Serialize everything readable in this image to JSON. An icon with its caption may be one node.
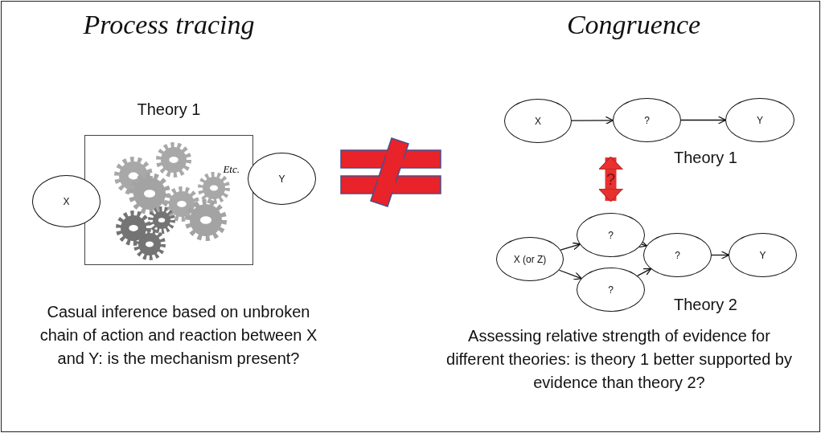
{
  "diagram": {
    "nodes": [
      {
        "text": [
          "Theory 1",
          "Etc."
        ]
      },
      {
        "text": [
          "X"
        ]
      },
      {
        "text": [
          "Y"
        ]
      },
      {
        "text": [
          "X"
        ]
      },
      {
        "text": [
          "?"
        ]
      },
      {
        "text": [
          "Y"
        ]
      },
      {
        "text": [
          "X (or Z)"
        ]
      },
      {
        "text": [
          "?"
        ]
      },
      {
        "text": [
          "?"
        ]
      },
      {
        "text": [
          "?"
        ]
      },
      {
        "text": [
          "Y"
        ]
      }
    ],
    "edges": [
      {
        "from": 3,
        "to": 4,
        "arrow": "to"
      },
      {
        "from": 4,
        "to": 5,
        "arrow": "to"
      },
      {
        "from": 6,
        "to": 7,
        "arrow": "to"
      },
      {
        "from": 6,
        "to": 8,
        "arrow": "to"
      },
      {
        "from": 7,
        "to": 9,
        "arrow": "to"
      },
      {
        "from": 8,
        "to": 9,
        "arrow": "to"
      },
      {
        "from": 9,
        "to": 10,
        "arrow": "to"
      },
      {
        "from": 4,
        "to": 7,
        "arrow": "both",
        "label": "?",
        "style": "thick",
        "color": "#e8312f"
      }
    ],
    "labels": [
      "Process tracing",
      "Congruence",
      "Theory 1",
      "Theory 2",
      "Casual inference based on unbroken chain of action and reaction between X and Y: is the mechanism present?",
      "Assessing relative strength of evidence for different theories: is theory 1 better supported by evidence than theory 2?"
    ]
  }
}
